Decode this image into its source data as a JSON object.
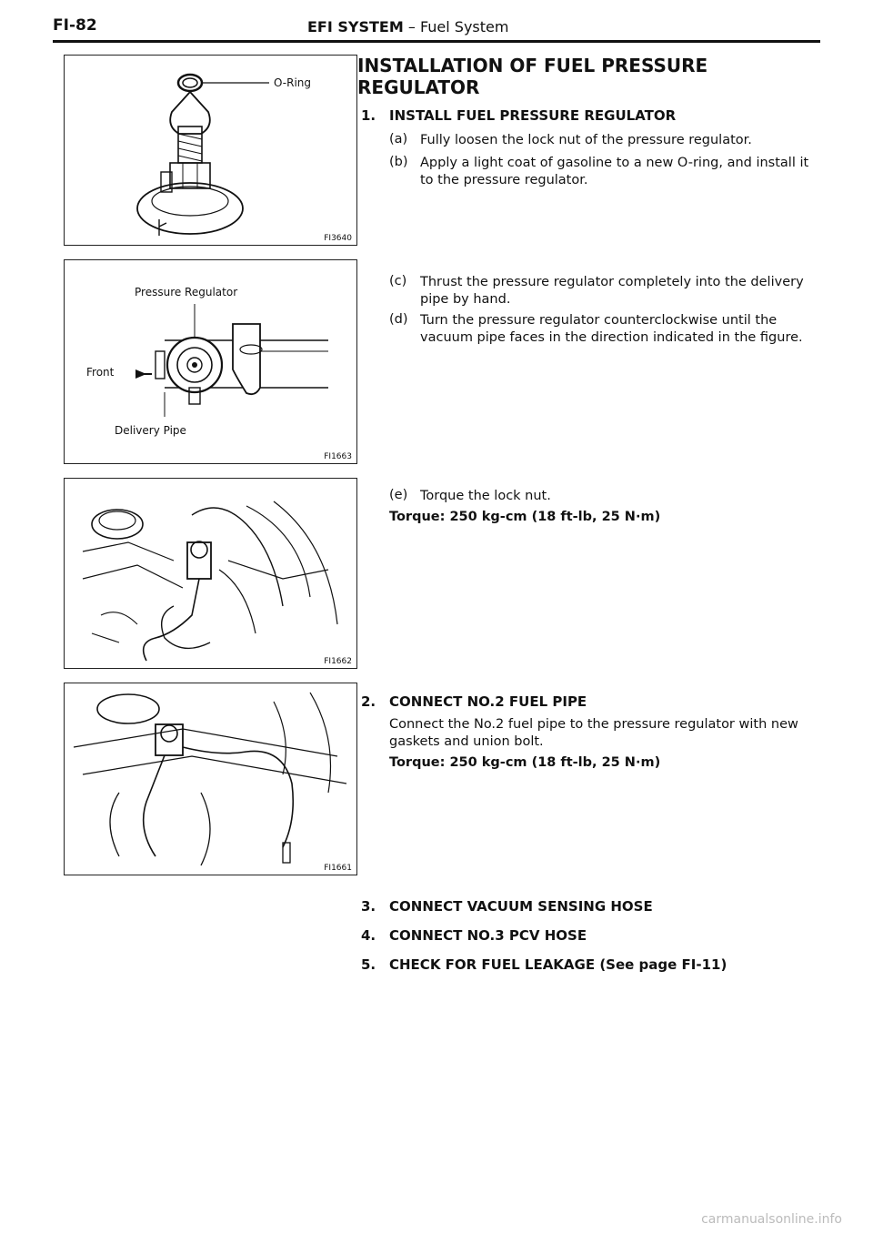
{
  "header": {
    "page_id": "FI-82",
    "section": "EFI SYSTEM",
    "subsection": " – Fuel System"
  },
  "title": "INSTALLATION OF FUEL PRESSURE REGULATOR",
  "figures": [
    {
      "code": "FI3640",
      "labels": [
        "O-Ring"
      ]
    },
    {
      "code": "FI1663",
      "labels": [
        "Pressure Regulator",
        "Front",
        "Delivery Pipe"
      ]
    },
    {
      "code": "FI1662",
      "labels": []
    },
    {
      "code": "FI1661",
      "labels": []
    }
  ],
  "steps": [
    {
      "num": "1.",
      "title": "INSTALL FUEL PRESSURE REGULATOR",
      "subs": [
        {
          "label": "(a)",
          "text": "Fully loosen the lock nut of the pressure regulator."
        },
        {
          "label": "(b)",
          "text": "Apply a light coat of gasoline to a new O-ring, and install it to the pressure regulator."
        },
        {
          "label": "(c)",
          "text": "Thrust the pressure regulator completely into the delivery pipe by hand."
        },
        {
          "label": "(d)",
          "text": "Turn the pressure regulator counterclockwise until the vacuum pipe faces in the direction indicated in the figure."
        },
        {
          "label": "(e)",
          "text": "Torque the lock nut."
        }
      ],
      "torque": "Torque:   250 kg-cm (18 ft-lb, 25 N·m)"
    },
    {
      "num": "2.",
      "title": "CONNECT NO.2 FUEL PIPE",
      "text": "Connect the No.2 fuel pipe to the pressure regulator with new gaskets and union bolt.",
      "torque": "Torque:   250 kg-cm (18 ft-lb, 25 N·m)"
    },
    {
      "num": "3.",
      "title": "CONNECT VACUUM SENSING HOSE"
    },
    {
      "num": "4.",
      "title": "CONNECT NO.3 PCV HOSE"
    },
    {
      "num": "5.",
      "title": "CHECK FOR FUEL LEAKAGE (See page FI-11)"
    }
  ],
  "footer": "carmanualsonline.info"
}
